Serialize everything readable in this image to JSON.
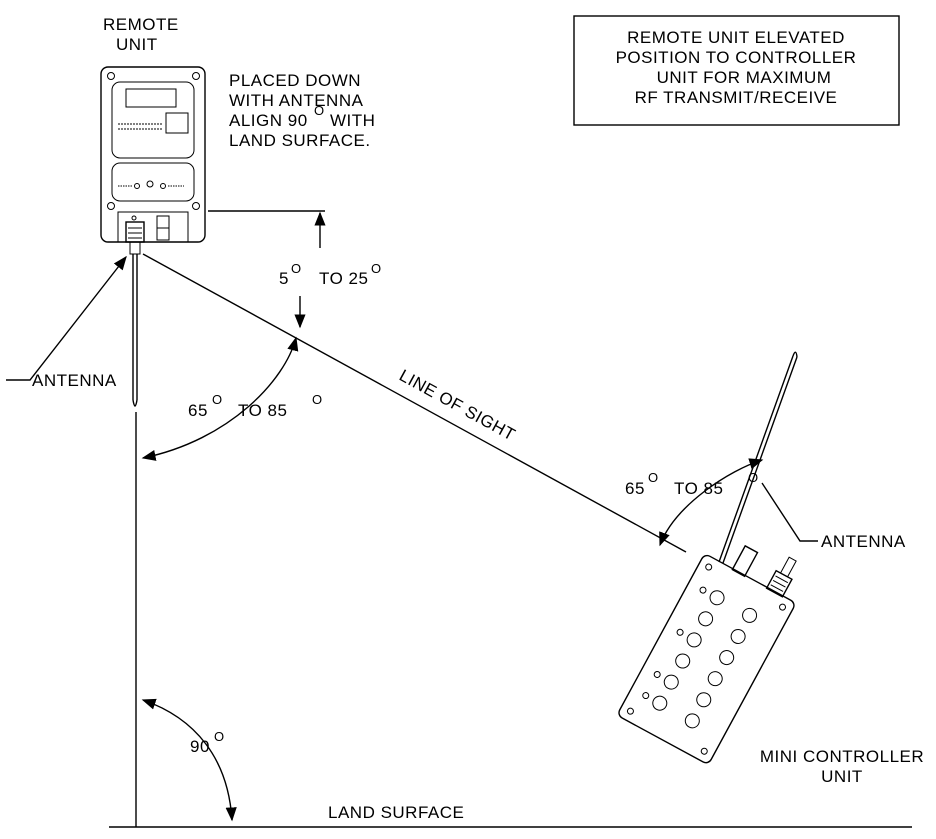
{
  "labels": {
    "remote_unit_line1": "REMOTE",
    "remote_unit_line2": "UNIT",
    "placement_line1": "PLACED DOWN",
    "placement_line2": "WITH ANTENNA",
    "placement_line3_pre": "ALIGN 90",
    "placement_line3_post": "WITH",
    "placement_line4": "LAND SURFACE.",
    "note_line1": "REMOTE UNIT ELEVATED",
    "note_line2": "POSITION TO CONTROLLER",
    "note_line3": "UNIT FOR MAXIMUM",
    "note_line4": "RF TRANSMIT/RECEIVE",
    "antenna_left": "ANTENNA",
    "antenna_right": "ANTENNA",
    "elev_from": "5",
    "elev_to": "TO 25",
    "remote_angle_from": "65",
    "remote_angle_to": "TO 85",
    "mini_angle_from": "65",
    "mini_angle_to": "TO 85",
    "degree_mark": "O",
    "line_of_sight": "LINE OF SIGHT",
    "ground_angle": "90",
    "land_surface": "LAND SURFACE",
    "mini_line1": "MINI CONTROLLER",
    "mini_line2": "UNIT"
  }
}
